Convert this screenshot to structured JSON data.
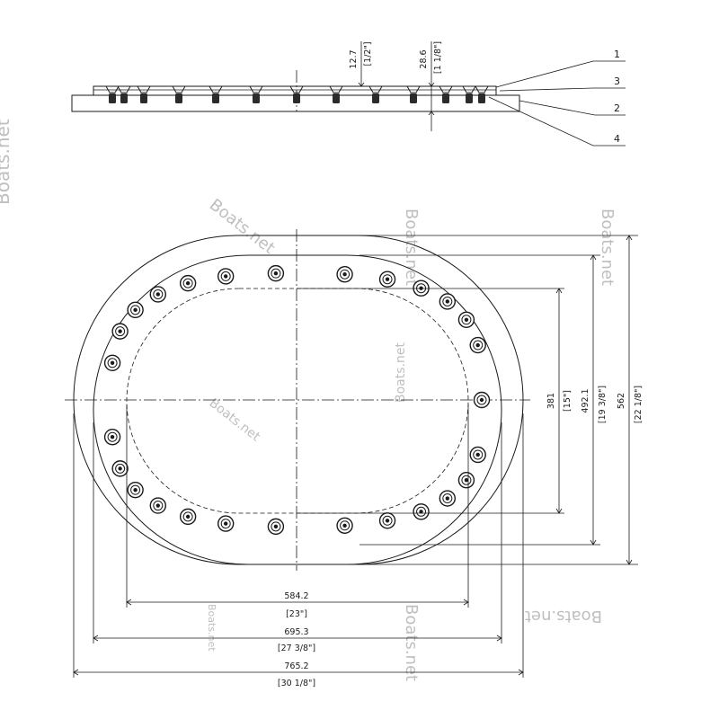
{
  "side_view": {
    "dim_left": {
      "mm": "12.7",
      "in": "[1/2\"]"
    },
    "dim_right": {
      "mm": "28.6",
      "in": "[1 1/8\"]"
    },
    "callouts": [
      "1",
      "3",
      "2",
      "4"
    ]
  },
  "plan_view": {
    "dims_horizontal": [
      {
        "mm": "584.2",
        "in": "[23\"]"
      },
      {
        "mm": "695.3",
        "in": "[27 3/8\"]"
      },
      {
        "mm": "765.2",
        "in": "[30 1/8\"]"
      }
    ],
    "dims_vertical": [
      {
        "mm": "381",
        "in": "[15\"]"
      },
      {
        "mm": "492.1",
        "in": "[19 3/8\"]"
      },
      {
        "mm": "562",
        "in": "[22 1/8\"]"
      }
    ]
  },
  "watermark": "Boats.net"
}
